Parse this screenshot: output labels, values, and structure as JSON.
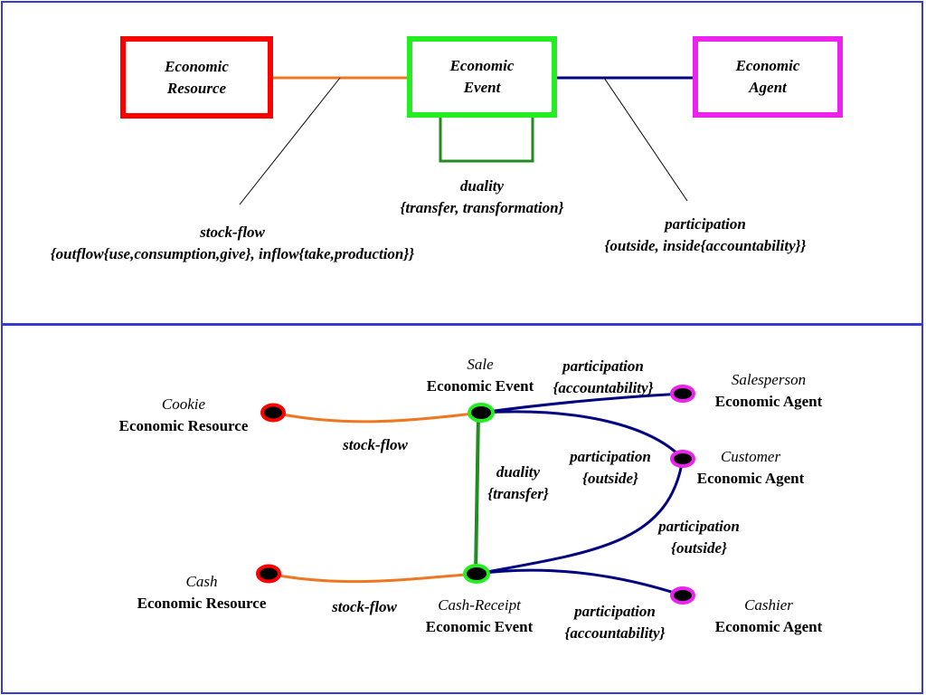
{
  "colors": {
    "frame": "#3a3acc",
    "resource": "#ff0000",
    "event": "#22ee22",
    "agent": "#ee22ee",
    "stock_flow_line": "#ee7722",
    "participation_line": "#000080",
    "duality_line": "#228b22",
    "node_core": "#000000"
  },
  "top": {
    "resource_box": {
      "line1": "Economic",
      "line2": "Resource"
    },
    "event_box": {
      "line1": "Economic",
      "line2": "Event"
    },
    "agent_box": {
      "line1": "Economic",
      "line2": "Agent"
    },
    "duality_label": {
      "line1": "duality",
      "line2": "{transfer, transformation}"
    },
    "stock_flow_label": {
      "line1": "stock-flow",
      "line2": "{outflow{use,consumption,give}, inflow{take,production}}"
    },
    "participation_label": {
      "line1": "participation",
      "line2": "{outside, inside{accountability}}"
    }
  },
  "bottom": {
    "cookie": {
      "name": "Cookie",
      "type": "Economic Resource"
    },
    "cash": {
      "name": "Cash",
      "type": "Economic Resource"
    },
    "sale": {
      "name": "Sale",
      "type": "Economic Event"
    },
    "cash_receipt": {
      "name": "Cash-Receipt",
      "type": "Economic Event"
    },
    "salesperson": {
      "name": "Salesperson",
      "type": "Economic Agent"
    },
    "customer": {
      "name": "Customer",
      "type": "Economic Agent"
    },
    "cashier": {
      "name": "Cashier",
      "type": "Economic Agent"
    },
    "stock_flow_1": "stock-flow",
    "stock_flow_2": "stock-flow",
    "duality": {
      "line1": "duality",
      "line2": "{transfer}"
    },
    "participation_salesperson": {
      "line1": "participation",
      "line2": "{accountability}"
    },
    "participation_customer_sale": {
      "line1": "participation",
      "line2": "{outside}"
    },
    "participation_customer_cash": {
      "line1": "participation",
      "line2": "{outside}"
    },
    "participation_cashier": {
      "line1": "participation",
      "line2": "{accountability}"
    }
  }
}
